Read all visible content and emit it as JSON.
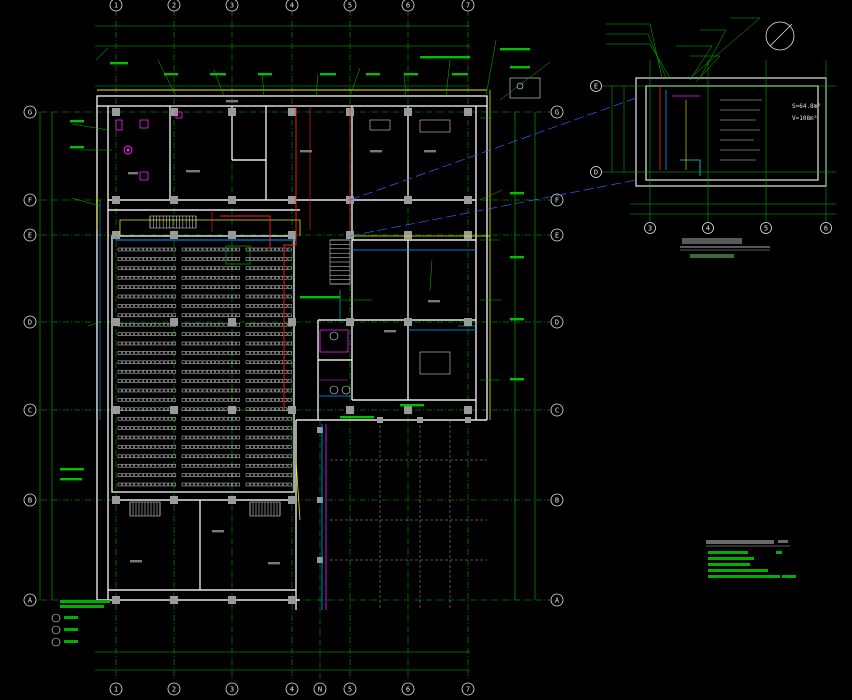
{
  "drawing": {
    "grid_columns_top": [
      "1",
      "2",
      "3",
      "4",
      "5",
      "6",
      "7"
    ],
    "grid_columns_bottom": [
      "1",
      "2",
      "3",
      "4",
      "N",
      "5",
      "6",
      "7"
    ],
    "grid_rows_left": [
      "G",
      "F",
      "E",
      "D",
      "C",
      "B",
      "A"
    ],
    "grid_rows_right": [
      "G",
      "F",
      "E",
      "D",
      "C",
      "B",
      "A"
    ],
    "detail_columns": [
      "3",
      "4",
      "5",
      "6"
    ],
    "detail_rows": [
      "E",
      "D"
    ],
    "detail_info": [
      "S=64.8m²",
      "V=108m³"
    ],
    "colors": {
      "background": "#000000",
      "grid_line": "#00c000",
      "wall": "#e6e6e6",
      "pipe_blue": "#00a0ff",
      "pipe_red": "#ff2020",
      "pipe_magenta": "#ff20ff",
      "pipe_yellow": "#e8e800",
      "pipe_cyan": "#00e0e0"
    }
  }
}
